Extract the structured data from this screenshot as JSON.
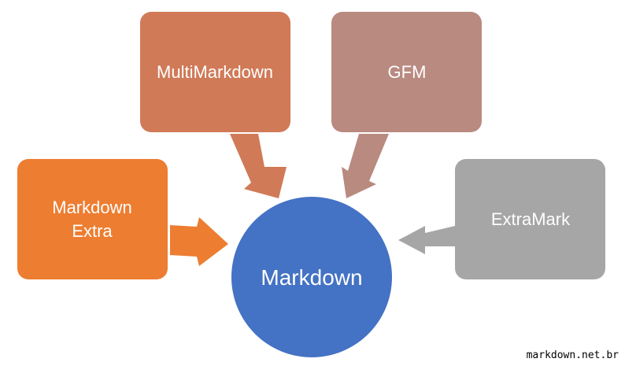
{
  "diagram": {
    "center": {
      "label": "Markdown",
      "color": "#4472c4"
    },
    "nodes": {
      "multimarkdown": {
        "label": "MultiMarkdown",
        "color": "#d07a57",
        "arrow_color": "#d07a57"
      },
      "gfm": {
        "label": "GFM",
        "color": "#b98a80",
        "arrow_color": "#b98a80"
      },
      "markdown_extra": {
        "lines": [
          "Markdown",
          "Extra"
        ],
        "color": "#ed7d31",
        "arrow_color": "#ed7d31"
      },
      "extramark": {
        "label": "ExtraMark",
        "color": "#a6a6a6",
        "arrow_color": "#a6a6a6"
      }
    }
  },
  "footer": {
    "credit": "markdown.net.br"
  }
}
